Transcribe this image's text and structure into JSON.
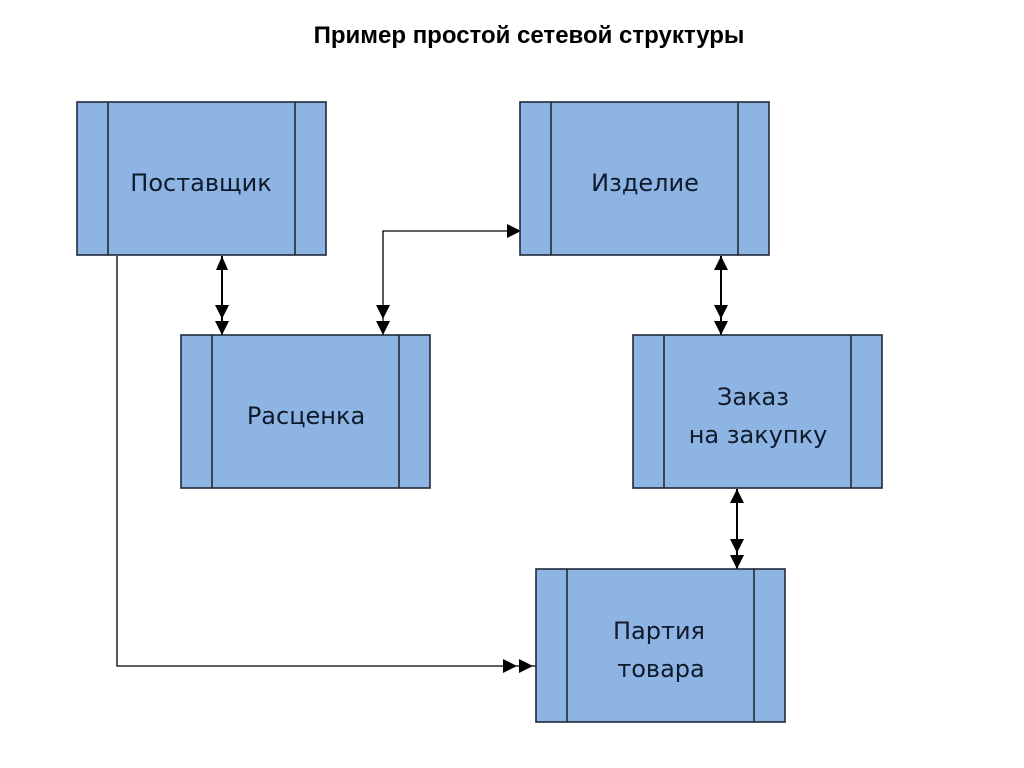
{
  "title": "Пример простой сетевой структуры",
  "colors": {
    "box_fill": "#8eb4e3",
    "box_stroke": "#1f2a3a",
    "line": "#000000"
  },
  "nodes": [
    {
      "id": "supplier",
      "lines": [
        "Поставщик"
      ]
    },
    {
      "id": "product",
      "lines": [
        "Изделие"
      ]
    },
    {
      "id": "pricing",
      "lines": [
        "Расценка"
      ]
    },
    {
      "id": "purchase-order",
      "lines": [
        "Заказ",
        "на закупку"
      ]
    },
    {
      "id": "goods-batch",
      "lines": [
        "Партия",
        "товара"
      ]
    }
  ],
  "edges": [
    {
      "from": "supplier",
      "to": "pricing",
      "type": "one-to-many"
    },
    {
      "from": "product",
      "to": "pricing",
      "type": "one-to-many"
    },
    {
      "from": "product",
      "to": "purchase-order",
      "type": "one-to-many"
    },
    {
      "from": "purchase-order",
      "to": "goods-batch",
      "type": "one-to-many"
    },
    {
      "from": "supplier",
      "to": "goods-batch",
      "type": "one-to-many"
    }
  ]
}
